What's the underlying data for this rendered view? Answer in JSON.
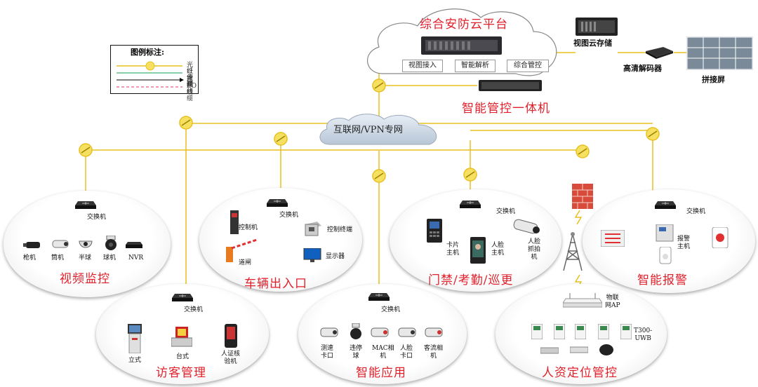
{
  "legend": {
    "title": "图例标注:",
    "items": [
      {
        "label": "光纤传输",
        "color": "#e8c020"
      },
      {
        "label": "以太网",
        "color": "#40b070"
      },
      {
        "label": "视频线",
        "color": "#000000"
      },
      {
        "label": "I/O线缆",
        "color": "#e03060"
      }
    ]
  },
  "top": {
    "cloud_title": "综合安防云平台",
    "modules": [
      "视图接入",
      "智能解析",
      "综合管控"
    ],
    "cloud_storage": "视图云存储",
    "decoder": "高清解码器",
    "video_wall": "拼接屏",
    "integrated_host": "智能管控一体机",
    "network": "互联网/VPN专网"
  },
  "switch_label": "交换机",
  "systems": {
    "video": {
      "title": "视频监控",
      "devices": [
        "枪机",
        "筒机",
        "半球",
        "球机",
        "NVR"
      ]
    },
    "vehicle": {
      "title": "车辆出入口",
      "controller": "控制机",
      "barrier": "道闸",
      "terminal": "控制终端",
      "monitor": "显示器"
    },
    "access": {
      "title": "门禁/考勤/巡更",
      "card": "卡片\n主机",
      "face": "人脸\n主机",
      "capture": "人脸\n抓拍\n机"
    },
    "alarm": {
      "title": "智能报警",
      "host": "报警\n主机"
    },
    "visitor": {
      "title": "访客管理",
      "devices": [
        "立式",
        "台式",
        "人证核\n验机"
      ]
    },
    "smart": {
      "title": "智能应用",
      "devices": [
        "测速\n卡口",
        "违停\n球",
        "MAC相\n机",
        "人脸\n卡口",
        "客流相\n机"
      ]
    },
    "location": {
      "title": "人资定位管控",
      "ap": "物联\n网AP",
      "tag": "T300-\nUWB"
    }
  },
  "colors": {
    "title_red": "#e0202a",
    "fiber": "#e8c020",
    "ethernet": "#40b070",
    "io": "#e03060"
  }
}
